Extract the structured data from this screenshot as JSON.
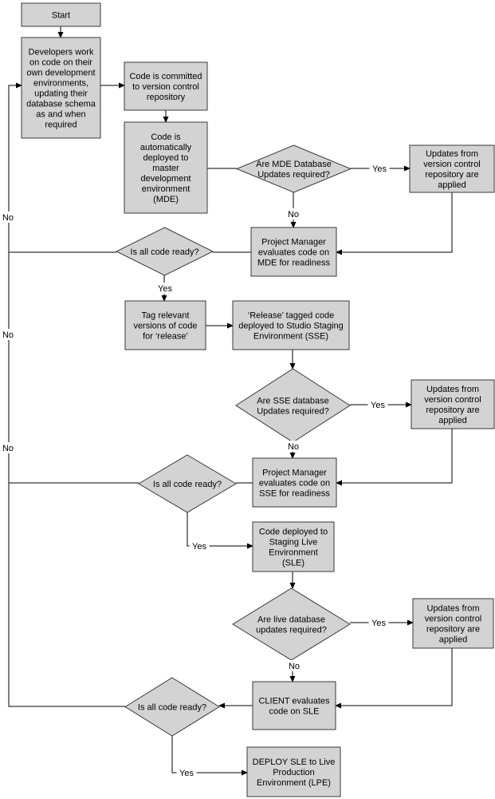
{
  "diagram": {
    "colors": {
      "fill": "#d3d3d3",
      "stroke": "#3a3a3a",
      "line": "#000000",
      "background": "#ffffff"
    },
    "nodes": {
      "start": {
        "shape": "process",
        "lines": [
          "Start"
        ]
      },
      "developers_work": {
        "shape": "process",
        "lines": [
          "Developers work",
          "on code on their",
          "own development",
          "environments,",
          "updating their",
          "database schema",
          "as and when",
          "required"
        ]
      },
      "code_committed": {
        "shape": "process",
        "lines": [
          "Code is committed",
          "to version control",
          "repository"
        ]
      },
      "auto_deployed_mde": {
        "shape": "process",
        "lines": [
          "Code is",
          "automatically",
          "deployed to",
          "master",
          "development",
          "environment",
          "(MDE)"
        ]
      },
      "mde_updates_question": {
        "shape": "decision",
        "lines": [
          "Are MDE Database",
          "Updates required?"
        ]
      },
      "updates_applied_1": {
        "shape": "process",
        "lines": [
          "Updates from",
          "version control",
          "repository are",
          "applied"
        ]
      },
      "pm_evaluates_mde": {
        "shape": "process",
        "lines": [
          "Project Manager",
          "evaluates code on",
          "MDE for readiness"
        ]
      },
      "ready_question_1": {
        "shape": "decision",
        "lines": [
          "Is all code ready?"
        ]
      },
      "tag_release": {
        "shape": "process",
        "lines": [
          "Tag relevant",
          "versions of code",
          "for ‘release’"
        ]
      },
      "deploy_sse": {
        "shape": "process",
        "lines": [
          "‘Release’ tagged code",
          "deployed to Studio Staging",
          "Environment (SSE)"
        ]
      },
      "sse_updates_question": {
        "shape": "decision",
        "lines": [
          "Are SSE database",
          "Updates required?"
        ]
      },
      "updates_applied_2": {
        "shape": "process",
        "lines": [
          "Updates from",
          "version control",
          "repository are",
          "applied"
        ]
      },
      "pm_evaluates_sse": {
        "shape": "process",
        "lines": [
          "Project Manager",
          "evaluates code on",
          "SSE for readiness"
        ]
      },
      "ready_question_2": {
        "shape": "decision",
        "lines": [
          "Is all code ready?"
        ]
      },
      "deploy_sle": {
        "shape": "process",
        "lines": [
          "Code deployed to",
          "Staging Live",
          "Environment",
          "(SLE)"
        ]
      },
      "live_updates_question": {
        "shape": "decision",
        "lines": [
          "Are live database",
          "updates required?"
        ]
      },
      "updates_applied_3": {
        "shape": "process",
        "lines": [
          "Updates from",
          "version control",
          "repository are",
          "applied"
        ]
      },
      "client_evaluates": {
        "shape": "process",
        "lines": [
          "CLIENT evaluates",
          "code on SLE"
        ]
      },
      "ready_question_3": {
        "shape": "decision",
        "lines": [
          "Is all code ready?"
        ]
      },
      "deploy_lpe": {
        "shape": "process",
        "lines": [
          "DEPLOY SLE to Live",
          "Production",
          "Environment (LPE)"
        ]
      }
    },
    "edge_labels": {
      "yes_mde": "Yes",
      "no_mde": "No",
      "yes_ready_1": "Yes",
      "yes_sse": "Yes",
      "no_sse": "No",
      "yes_ready_2": "Yes",
      "yes_live": "Yes",
      "no_live": "No",
      "yes_ready_3": "Yes",
      "no_loop_1": "No",
      "no_loop_2": "No",
      "no_loop_3": "No"
    }
  }
}
